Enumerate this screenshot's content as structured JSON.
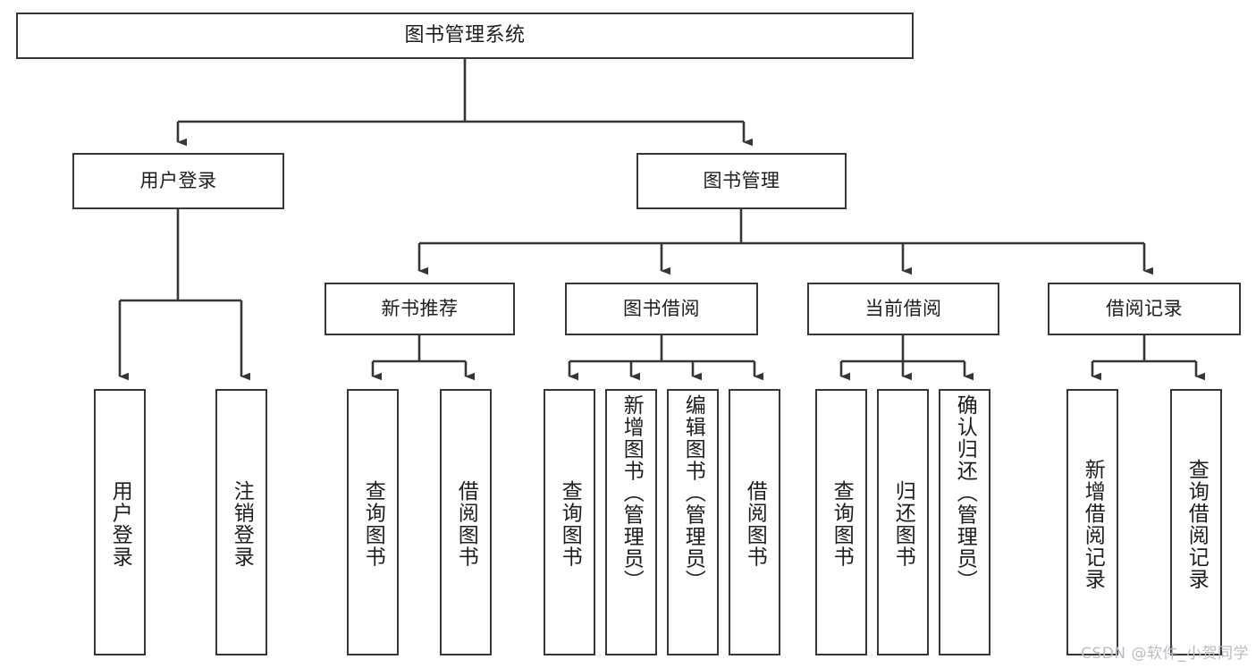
{
  "diagram": {
    "type": "tree-hierarchy",
    "title": "图书管理系统",
    "orientation": "top-down",
    "background_color": "#ffffff",
    "line_color": "#33363b",
    "text_color": "#1d1d1f",
    "nodes": {
      "root": {
        "label": "图书管理系统"
      },
      "level2": [
        {
          "label": "用户登录"
        },
        {
          "label": "图书管理"
        }
      ],
      "level3": [
        {
          "label": "新书推荐"
        },
        {
          "label": "图书借阅"
        },
        {
          "label": "当前借阅"
        },
        {
          "label": "借阅记录"
        }
      ],
      "leaves": {
        "user_login": [
          {
            "label": "用户登录"
          },
          {
            "label": "注销登录"
          }
        ],
        "new_book_recommend": [
          {
            "label": "查询图书"
          },
          {
            "label": "借阅图书"
          }
        ],
        "book_borrow": [
          {
            "label": "查询图书"
          },
          {
            "label": "新增图书（管理员）"
          },
          {
            "label": "编辑图书（管理员）"
          },
          {
            "label": "借阅图书"
          }
        ],
        "current_borrow": [
          {
            "label": "查询图书"
          },
          {
            "label": "归还图书"
          },
          {
            "label": "确认归还（管理员）"
          }
        ],
        "borrow_record": [
          {
            "label": "新增借阅记录"
          },
          {
            "label": "查询借阅记录"
          }
        ]
      }
    }
  },
  "watermark": {
    "text": "CSDN @软件_小贺同学"
  }
}
